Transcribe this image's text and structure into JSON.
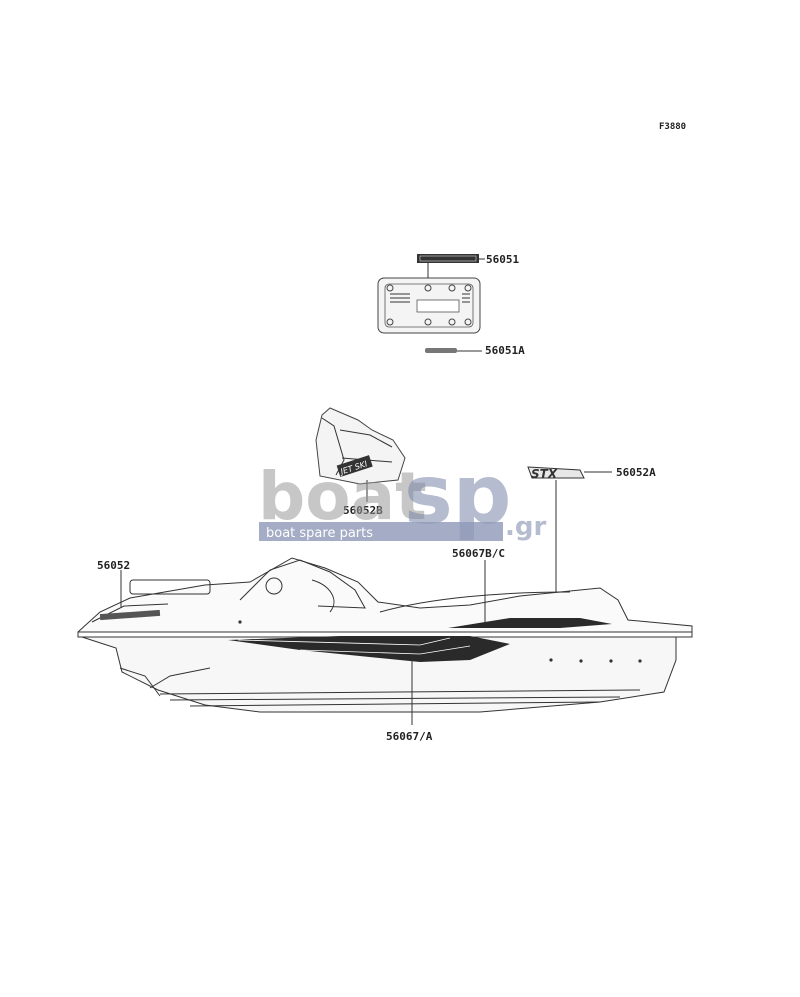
{
  "figure_code": "F3880",
  "callouts": {
    "c1": "56051",
    "c2": "56051A",
    "c3": "56052A",
    "c4": "56052B",
    "c5": "56052",
    "c6": "56067B/C",
    "c7": "56067/A"
  },
  "watermark": {
    "word1": "boat",
    "word2": "sp",
    "suffix": ".gr",
    "tagline": "boat spare parts"
  },
  "decals": {
    "stx_badge": "STX",
    "jetski_badge": "JET SKI"
  },
  "colors": {
    "stroke": "#333333",
    "watermark_gray": "#9a9a9a",
    "watermark_blue": "#7a86a8",
    "decal_dark": "#2a2a2a"
  }
}
